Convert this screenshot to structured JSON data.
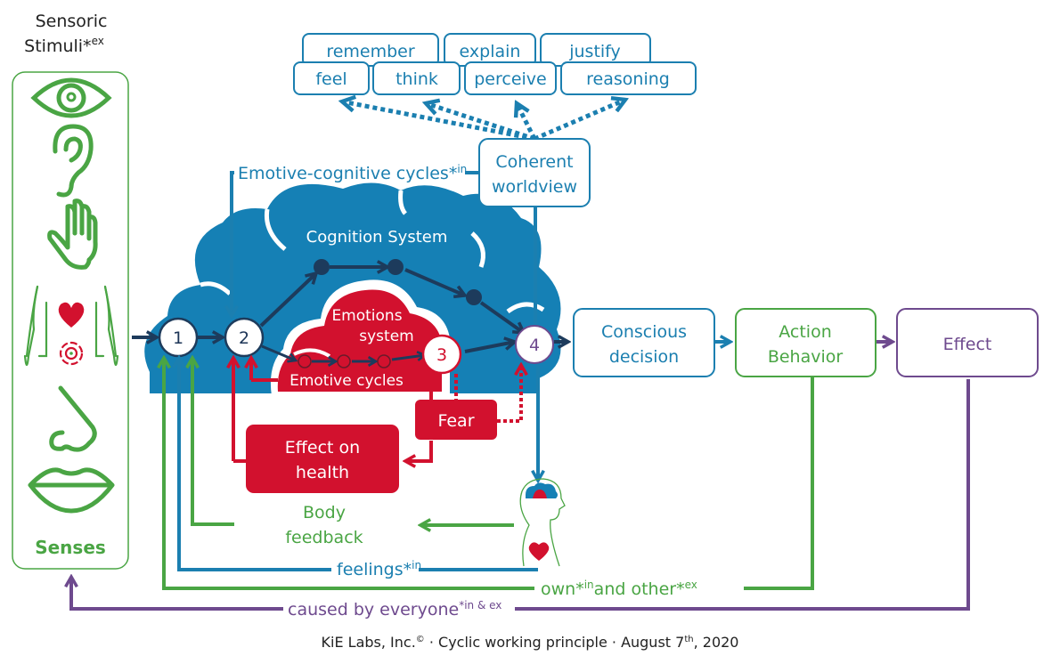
{
  "colors": {
    "blue": "#1b7fb0",
    "cloud_blue": "#1580b5",
    "dark_navy": "#1d3b5c",
    "red": "#d2112e",
    "green": "#4aa544",
    "purple": "#6e4a8e",
    "black_text": "#222222"
  },
  "senses_panel": {
    "title_line1": "Sensoric",
    "title_line2": "Stimuli*",
    "title_sup": "ex",
    "label": "Senses",
    "icons": [
      "eye-icon",
      "ear-icon",
      "hand-icon",
      "body-heart-icon",
      "nose-icon",
      "lips-icon"
    ]
  },
  "activities": {
    "top_row": [
      "remember",
      "explain",
      "justify"
    ],
    "bottom_row": [
      "feel",
      "think",
      "perceive",
      "reasoning"
    ]
  },
  "coherent_worldview": {
    "line1": "Coherent",
    "line2": "worldview"
  },
  "emotive_cognitive": {
    "label": "Emotive-cognitive cycles*",
    "sup": "in"
  },
  "cognition_system": {
    "label": "Cognition System"
  },
  "emotions_system": {
    "line1": "Emotions",
    "line2": "system",
    "cycles_label": "Emotive cycles"
  },
  "nodes": [
    "1",
    "2",
    "3",
    "4"
  ],
  "fear": {
    "label": "Fear"
  },
  "effect_on_health": {
    "line1": "Effect on",
    "line2": "health"
  },
  "body_feedback": {
    "line1": "Body",
    "line2": "feedback"
  },
  "flow": {
    "conscious_decision": {
      "line1": "Conscious",
      "line2": "decision"
    },
    "action_behavior": {
      "line1": "Action",
      "line2": "Behavior"
    },
    "effect": {
      "label": "Effect"
    }
  },
  "feedback_loops": {
    "feelings": {
      "label": "feelings*",
      "sup": "in"
    },
    "own_other": {
      "part1": "own*",
      "sup1": "in",
      "part2": "and other*",
      "sup2": "ex"
    },
    "caused_by": {
      "label": "caused by everyone",
      "sup": "*in & ex"
    }
  },
  "footer": {
    "company": "KiE Labs, Inc.",
    "copyright_sup": "©",
    "title": " · Cyclic working principle · August 7",
    "day_sup": "th",
    "year": ", 2020"
  }
}
